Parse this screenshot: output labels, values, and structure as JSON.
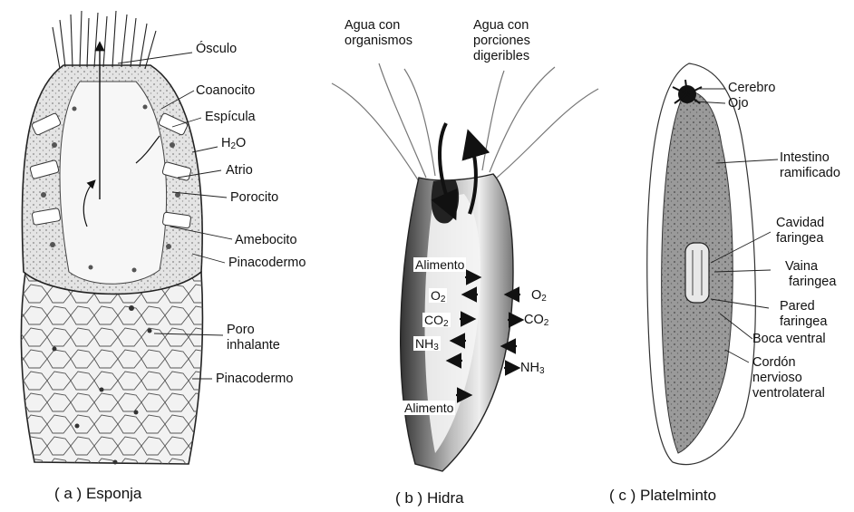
{
  "sponge": {
    "caption": "( a ) Esponja",
    "labels": {
      "osculo": "Ósculo",
      "coanocito": "Coanocito",
      "espicula": "Espícula",
      "h2o_main": "H",
      "h2o_sub": "2",
      "h2o_tail": "O",
      "atrio": "Atrio",
      "porocito": "Porocito",
      "amebocito": "Amebocito",
      "pinacodermo_1": "Pinacodermo",
      "poro_1": "Poro",
      "poro_2": "inhalante",
      "pinacodermo_2": "Pinacodermo"
    }
  },
  "hydra": {
    "caption": "( b ) Hidra",
    "labels": {
      "agua_org_1": "Agua con",
      "agua_org_2": "organismos",
      "agua_por_1": "Agua con",
      "agua_por_2": "porciones",
      "agua_por_3": "digeribles",
      "alimento_top": "Alimento",
      "alimento_bottom": "Alimento",
      "o2_in_main": "O",
      "o2_in_sub": "2",
      "o2_out_main": "O",
      "o2_out_sub": "2",
      "co2_in_main": "CO",
      "co2_in_sub": "2",
      "co2_out_main": "CO",
      "co2_out_sub": "2",
      "nh3_in_main": "NH",
      "nh3_in_sub": "3",
      "nh3_out_main": "NH",
      "nh3_out_sub": "3"
    }
  },
  "flatworm": {
    "caption": "( c ) Platelminto",
    "labels": {
      "cerebro": "Cerebro",
      "ojo": "Ojo",
      "intestino_1": "Intestino",
      "intestino_2": "ramificado",
      "cavidad_1": "Cavidad",
      "cavidad_2": "faringea",
      "vaina_1": "Vaina",
      "vaina_2": "faringea",
      "pared_1": "Pared",
      "pared_2": "faringea",
      "boca": "Boca ventral",
      "cordon_1": "Cordón",
      "cordon_2": "nervioso",
      "cordon_3": "ventrolateral"
    }
  }
}
